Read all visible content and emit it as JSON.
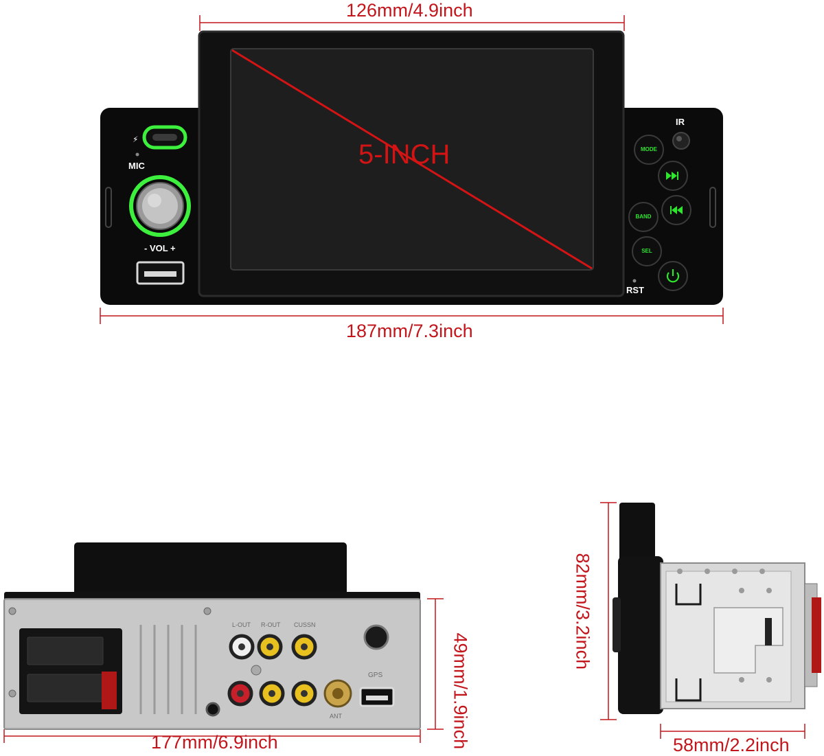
{
  "dimensions": {
    "screen_width": "126mm/4.9inch",
    "front_width": "187mm/7.3inch",
    "rear_width": "177mm/6.9inch",
    "rear_height": "49mm/1.9inch",
    "side_height": "82mm/3.2inch",
    "side_depth": "58mm/2.2inch"
  },
  "front_panel": {
    "screen_label": "5-INCH",
    "mic_label": "MIC",
    "vol_label": "- VOL +",
    "ir_label": "IR",
    "rst_label": "RST",
    "buttons": {
      "mode": "MODE",
      "band": "BAND",
      "sel": "SEL"
    }
  },
  "rear_panel": {
    "port_labels": [
      "L-OUT",
      "R-OUT",
      "CUSSN"
    ],
    "gps_label": "GPS",
    "ant_label": "ANT"
  },
  "colors": {
    "dimension": "#c2161c",
    "accent_green": "#2ee62e",
    "body": "#0b0b0b"
  }
}
